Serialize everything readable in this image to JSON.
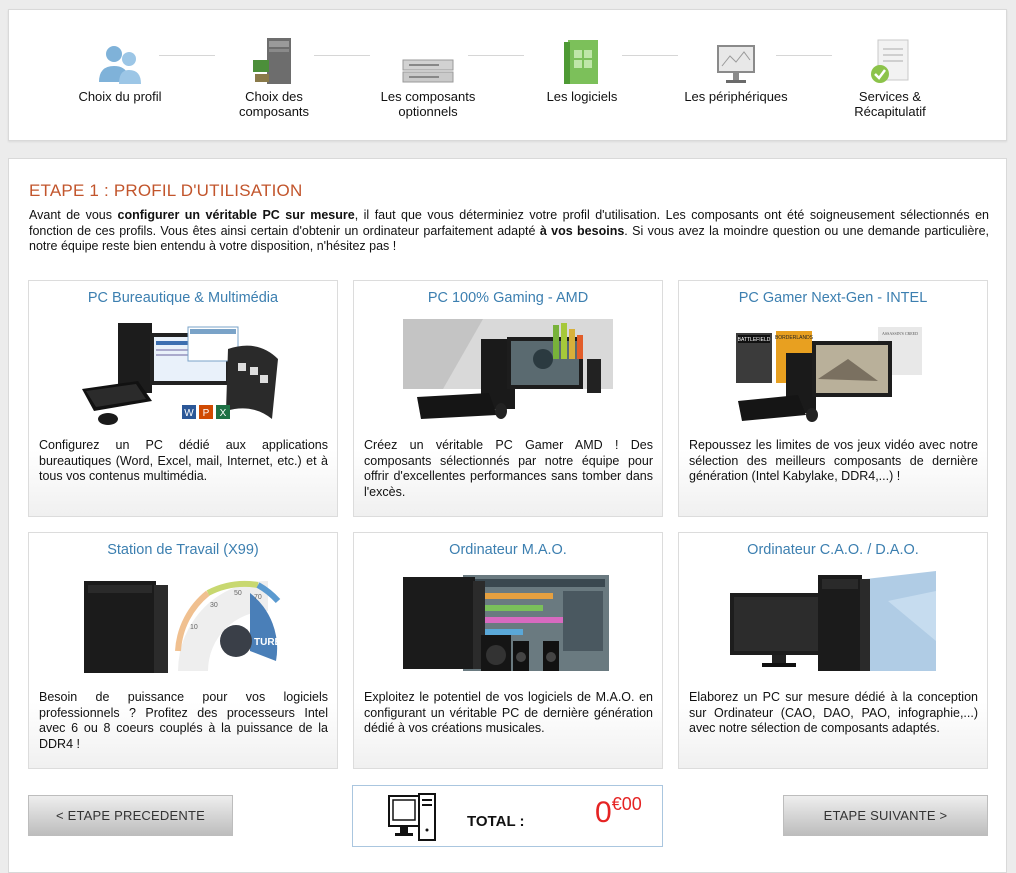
{
  "steps": [
    {
      "label": "Choix du profil",
      "icon": "users-icon"
    },
    {
      "label": "Choix des composants",
      "icon": "pc-tower-icon"
    },
    {
      "label": "Les composants optionnels",
      "icon": "optical-drive-icon"
    },
    {
      "label": "Les logiciels",
      "icon": "software-box-icon"
    },
    {
      "label": "Les périphériques",
      "icon": "monitor-icon"
    },
    {
      "label": "Services & Récapitulatif",
      "icon": "checklist-icon"
    }
  ],
  "etape": {
    "title": "ETAPE 1 : PROFIL D'UTILISATION",
    "intro": [
      {
        "t": "Avant de vous ",
        "b": false
      },
      {
        "t": "configurer un véritable PC sur mesure",
        "b": true
      },
      {
        "t": ", il faut que vous déterminiez votre profil d'utilisation. Les composants ont été soigneusement sélectionnés en fonction de ces profils. Vous êtes ainsi certain d'obtenir un ordinateur parfaitement adapté ",
        "b": false
      },
      {
        "t": "à vos besoins",
        "b": true
      },
      {
        "t": ". Si vous avez la moindre question ou une demande particulière, notre équipe reste bien entendu à votre disposition, n'hésitez pas !",
        "b": false
      }
    ]
  },
  "profiles": [
    {
      "title": "PC Bureautique & Multimédia",
      "image": "office-pc-image",
      "desc": "Configurez un PC dédié aux applications bureautiques (Word, Excel, mail, Internet, etc.) et à tous vos contenus multimédia."
    },
    {
      "title": "PC 100% Gaming - AMD",
      "image": "gaming-amd-pc-image",
      "desc": "Créez un véritable PC Gamer AMD ! Des composants sélectionnés par notre équipe pour offrir d'excellentes performances sans tomber dans l'excès."
    },
    {
      "title": "PC Gamer Next-Gen - INTEL",
      "image": "gaming-intel-pc-image",
      "desc": "Repoussez les limites de vos jeux vidéo avec notre sélection des meilleurs composants de dernière génération (Intel Kabylake, DDR4,...) !"
    },
    {
      "title": "Station de Travail (X99)",
      "image": "workstation-turbo-image",
      "desc": "Besoin de puissance pour vos logiciels professionnels ? Profitez des processeurs Intel avec 6 ou 8 coeurs couplés à la puissance de la DDR4 !"
    },
    {
      "title": "Ordinateur M.A.O.",
      "image": "music-production-pc-image",
      "desc": "Exploitez le potentiel de vos logiciels de M.A.O. en configurant un véritable PC de dernière génération dédié à vos créations musicales."
    },
    {
      "title": "Ordinateur C.A.O. / D.A.O.",
      "image": "cad-pc-image",
      "desc": "Elaborez un PC sur mesure dédié à la conception sur Ordinateur (CAO, DAO, PAO, infographie,...) avec notre sélection de composants adaptés."
    }
  ],
  "image_texts": {
    "turbo": "TURBO",
    "gauge_ticks": [
      "10",
      "30",
      "50",
      "70"
    ],
    "office_doc_icons": [
      "W",
      "P",
      "X"
    ],
    "game_cover_1": "BATTLEFIELD",
    "game_cover_2": "BORDERLANDS",
    "game_cover_3": "ASSASSIN'S CREED"
  },
  "nav": {
    "prev": "< ETAPE PRECEDENTE",
    "next": "ETAPE SUIVANTE >"
  },
  "total": {
    "label": "TOTAL :",
    "amount_int": "0",
    "amount_cur": "€00"
  },
  "colors": {
    "accent_title": "#c2552c",
    "card_title": "#3c7fb0",
    "price": "#e52323"
  }
}
